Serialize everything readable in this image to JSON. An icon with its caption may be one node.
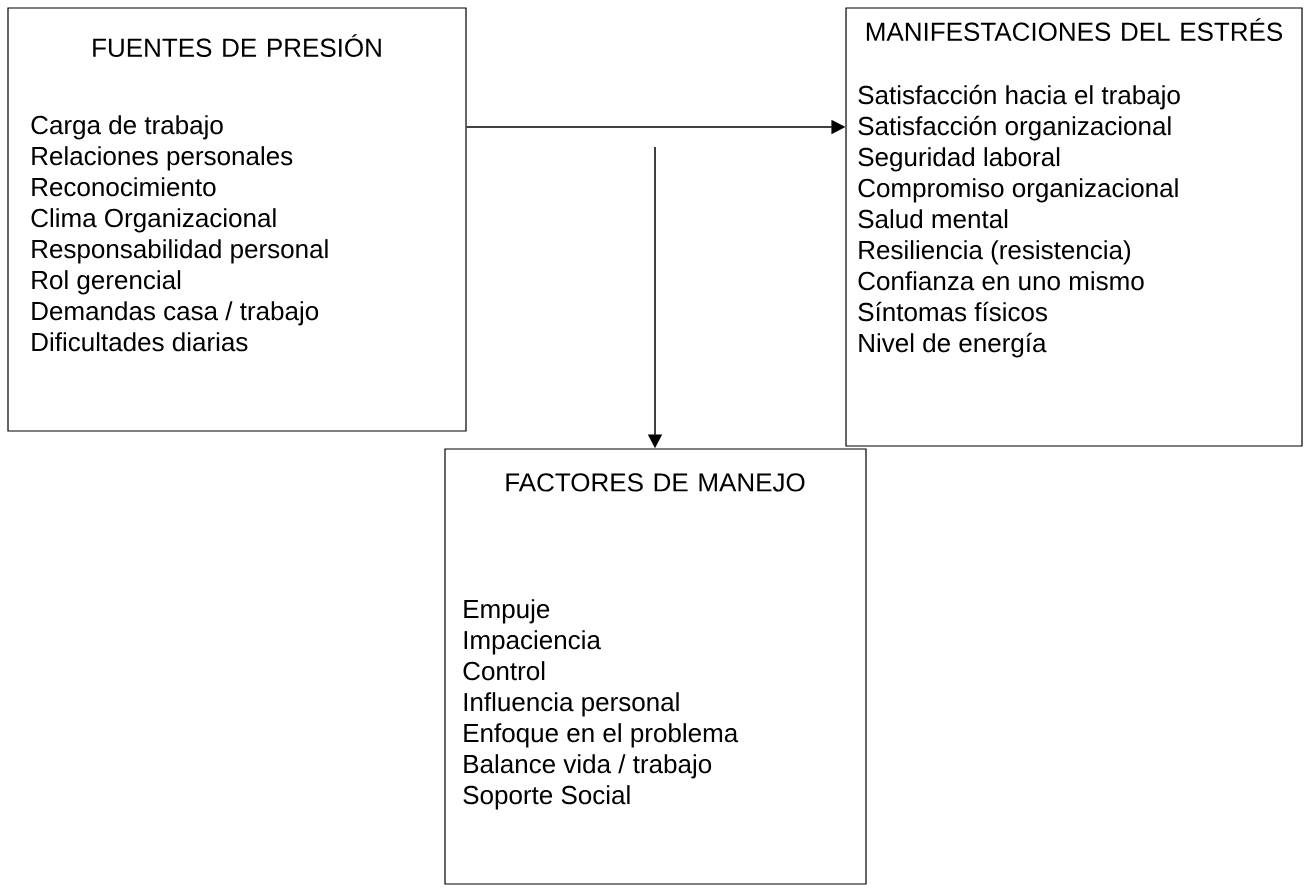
{
  "diagram": {
    "nodes": [
      {
        "text": [
          "FUENTES DE PRESIÓN",
          "Carga de trabajo",
          "Relaciones personales",
          "Reconocimiento",
          "Clima Organizacional",
          "Responsabilidad personal",
          "Rol gerencial",
          "Demandas casa / trabajo",
          "Dificultades diarias"
        ]
      },
      {
        "text": [
          "MANIFESTACIONES DEL ESTRÉS",
          "Satisfacción hacia el trabajo",
          "Satisfacción organizacional",
          "Seguridad laboral",
          "Compromiso organizacional",
          "Salud mental",
          "Resiliencia (resistencia)",
          "Confianza en uno mismo",
          "Síntomas físicos",
          "Nivel de energía"
        ]
      },
      {
        "text": [
          "FACTORES DE MANEJO",
          "Empuje",
          "Impaciencia",
          "Control",
          "Influencia personal",
          "Enfoque en el problema",
          "Balance vida / trabajo",
          "Soporte Social"
        ]
      }
    ],
    "edges": [
      {
        "from": 0,
        "to": 1,
        "arrow": "to"
      },
      {
        "from": null,
        "to": 2,
        "arrow": "to"
      }
    ]
  }
}
